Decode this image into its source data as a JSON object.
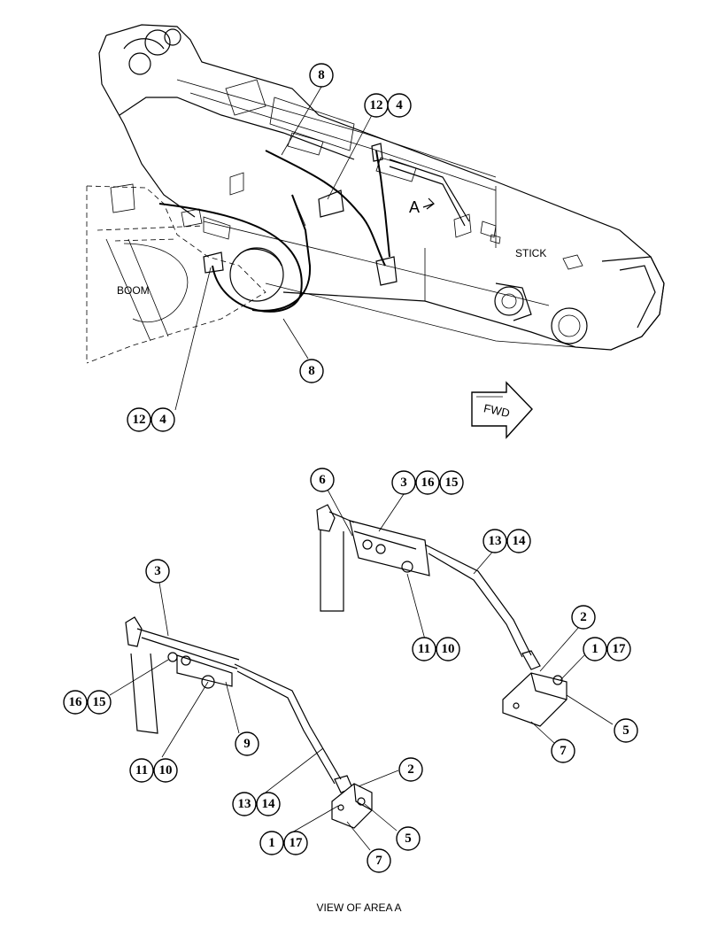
{
  "labels": {
    "boom": "BOOM",
    "stick": "STICK",
    "area_marker": "A",
    "forward_arrow": "FWD",
    "view_caption": "VIEW OF AREA  A"
  },
  "callouts": {
    "top_8a": "8",
    "top_12a": "12",
    "top_4a": "4",
    "top_8b": "8",
    "top_12b": "12",
    "top_4b": "4",
    "r_6": "6",
    "r_3": "3",
    "r_16": "16",
    "r_15": "15",
    "r_13": "13",
    "r_14": "14",
    "r_11": "11",
    "r_10": "10",
    "r_2": "2",
    "r_1": "1",
    "r_17": "17",
    "r_5": "5",
    "r_7": "7",
    "l_3": "3",
    "l_16": "16",
    "l_15": "15",
    "l_9": "9",
    "l_11": "11",
    "l_10": "10",
    "l_2": "2",
    "l_13": "13",
    "l_14": "14",
    "l_1": "1",
    "l_17": "17",
    "l_5": "5",
    "l_7": "7"
  }
}
